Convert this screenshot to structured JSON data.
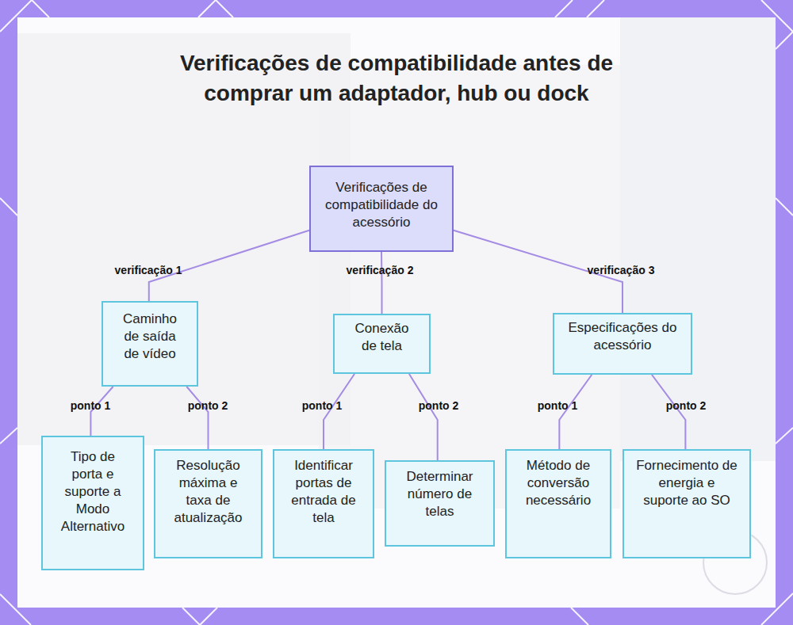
{
  "diagram": {
    "title": "Verificações de compatibilidade antes de comprar um adaptador, hub ou dock",
    "nodes": [
      {
        "text": [
          "Verificações de compatibilidade do acessório"
        ]
      },
      {
        "text": [
          "Caminho de saída de vídeo"
        ]
      },
      {
        "text": [
          "Conexão de tela"
        ]
      },
      {
        "text": [
          "Especificações do acessório"
        ]
      },
      {
        "text": [
          "Tipo de porta e suporte a Modo Alternativo"
        ]
      },
      {
        "text": [
          "Resolução máxima e taxa de atualização"
        ]
      },
      {
        "text": [
          "Identificar portas de entrada de tela"
        ]
      },
      {
        "text": [
          "Determinar número de telas"
        ]
      },
      {
        "text": [
          "Método de conversão necessário"
        ]
      },
      {
        "text": [
          "Fornecimento de energia e suporte ao SO"
        ]
      }
    ],
    "edges": [
      {
        "from": 0,
        "to": 1,
        "label": "verificação 1",
        "arrow": "none"
      },
      {
        "from": 0,
        "to": 2,
        "label": "verificação 2",
        "arrow": "none"
      },
      {
        "from": 0,
        "to": 3,
        "label": "verificação 3",
        "arrow": "none"
      },
      {
        "from": 1,
        "to": 4,
        "label": "ponto 1",
        "arrow": "none"
      },
      {
        "from": 1,
        "to": 5,
        "label": "ponto 2",
        "arrow": "none"
      },
      {
        "from": 2,
        "to": 6,
        "label": "ponto 1",
        "arrow": "none"
      },
      {
        "from": 2,
        "to": 7,
        "label": "ponto 2",
        "arrow": "none"
      },
      {
        "from": 3,
        "to": 8,
        "label": "ponto 1",
        "arrow": "none"
      },
      {
        "from": 3,
        "to": 9,
        "label": "ponto 2",
        "arrow": "none"
      }
    ]
  }
}
